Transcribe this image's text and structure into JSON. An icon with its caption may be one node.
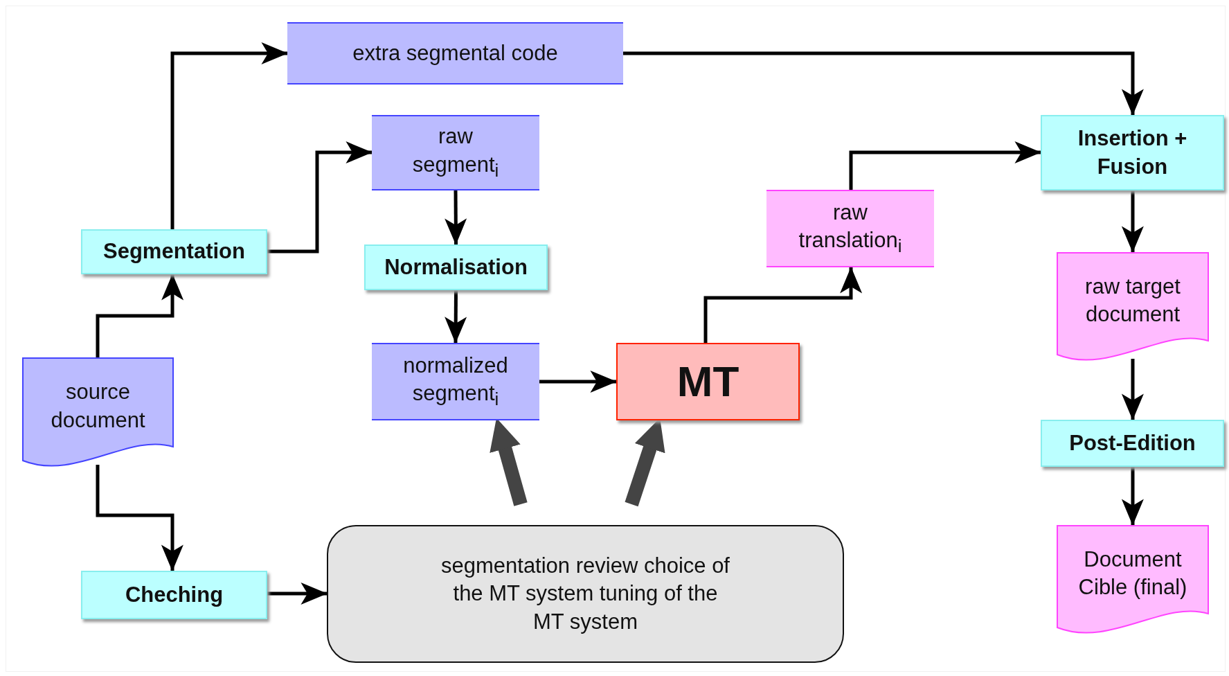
{
  "diagram": {
    "nodes": [
      {
        "text": [
          "extra segmental code"
        ]
      },
      {
        "text": [
          "raw segment$_{i}$"
        ]
      },
      {
        "text": [
          "Insertion + Fusion"
        ]
      },
      {
        "text": [
          "raw translation$_{i}$"
        ]
      },
      {
        "text": [
          "Segmentation"
        ]
      },
      {
        "text": [
          "Normalisation"
        ]
      },
      {
        "text": [
          "raw target document"
        ]
      },
      {
        "text": [
          "source document"
        ]
      },
      {
        "text": [
          "normalized segment$_{i}$"
        ]
      },
      {
        "text": [
          "MT"
        ]
      },
      {
        "text": [
          "Post-Edition"
        ]
      },
      {
        "text": [
          "Cheching"
        ]
      },
      {
        "text": [
          "segmentation review choice of the MT system tuning of the MT system"
        ]
      },
      {
        "text": [
          "Document Cible (final)"
        ]
      }
    ],
    "edges": [
      {
        "from": 4,
        "to": 0,
        "arrow": "to"
      },
      {
        "from": 4,
        "to": 1,
        "arrow": "to"
      },
      {
        "from": 1,
        "to": 5,
        "arrow": "to"
      },
      {
        "from": 5,
        "to": 8,
        "arrow": "to"
      },
      {
        "from": 8,
        "to": 9,
        "arrow": "to"
      },
      {
        "from": 9,
        "to": 3,
        "arrow": "to"
      },
      {
        "from": 3,
        "to": 2,
        "arrow": "to"
      },
      {
        "from": 0,
        "to": 2,
        "arrow": "to"
      },
      {
        "from": 2,
        "to": 6,
        "arrow": "to"
      },
      {
        "from": 6,
        "to": 10,
        "arrow": "to"
      },
      {
        "from": 10,
        "to": 13,
        "arrow": "to"
      },
      {
        "from": 7,
        "to": 4,
        "arrow": "to"
      },
      {
        "from": 7,
        "to": 11,
        "arrow": "to"
      },
      {
        "from": 11,
        "to": 12,
        "arrow": "to"
      },
      {
        "from": 12,
        "to": 8,
        "arrow": "to",
        "style": "thick",
        "color": "#444444"
      },
      {
        "from": 12,
        "to": 9,
        "arrow": "to",
        "style": "thick",
        "color": "#444444"
      }
    ]
  }
}
